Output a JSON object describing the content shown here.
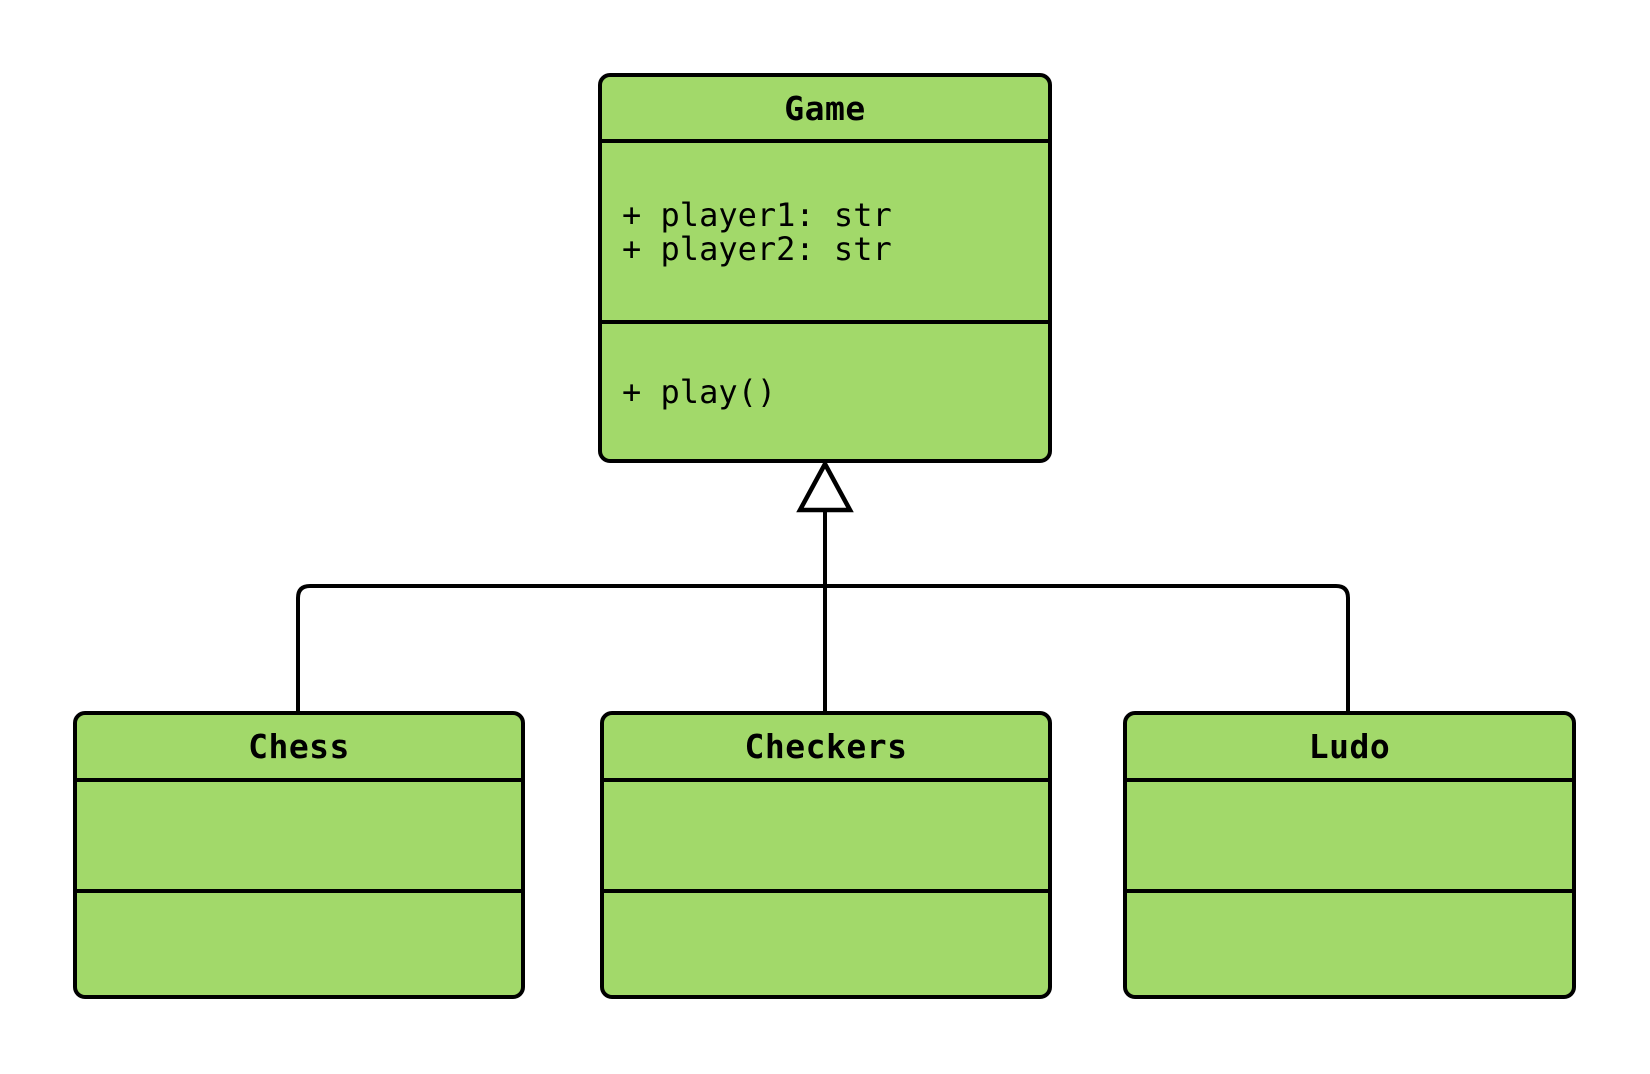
{
  "diagram": {
    "type": "uml-class-diagram",
    "colors": {
      "background": "#ffffff",
      "node_fill": "#a2d96a",
      "node_stroke": "#000000",
      "edge_stroke": "#000000",
      "arrowhead_fill": "#ffffff",
      "text": "#000000"
    },
    "classes": [
      {
        "name": "Game",
        "attributes": [
          "+ player1: str",
          "+ player2: str"
        ],
        "methods": [
          "+ play()"
        ]
      },
      {
        "name": "Chess",
        "attributes": [],
        "methods": []
      },
      {
        "name": "Checkers",
        "attributes": [],
        "methods": []
      },
      {
        "name": "Ludo",
        "attributes": [],
        "methods": []
      }
    ],
    "relationships": [
      {
        "type": "inheritance",
        "from": "Chess",
        "to": "Game"
      },
      {
        "type": "inheritance",
        "from": "Checkers",
        "to": "Game"
      },
      {
        "type": "inheritance",
        "from": "Ludo",
        "to": "Game"
      }
    ]
  }
}
